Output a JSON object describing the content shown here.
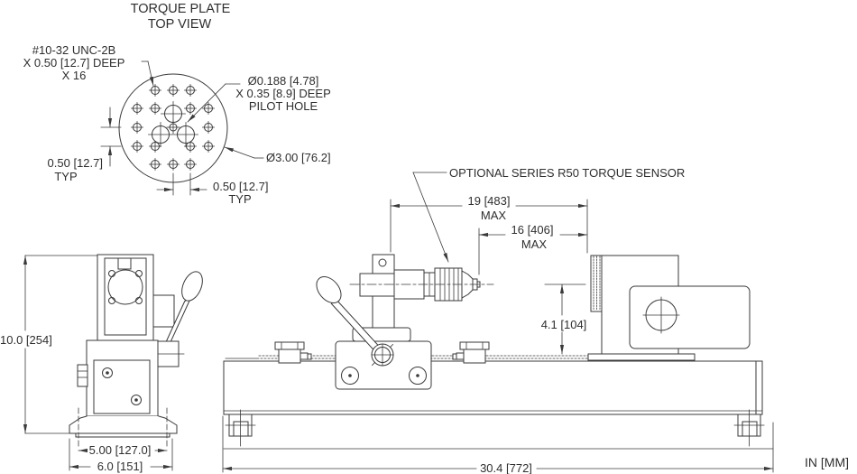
{
  "drawing": {
    "units_note": "IN [MM]",
    "top_view": {
      "title_line1": "TORQUE PLATE",
      "title_line2": "TOP VIEW",
      "thread_callout_line1": "#10-32 UNC-2B",
      "thread_callout_line2": "X 0.50 [12.7] DEEP",
      "thread_callout_line3": "X 16",
      "pilot_callout_line1": "Ø0.188 [4.78]",
      "pilot_callout_line2": "X 0.35 [8.9] DEEP",
      "pilot_callout_line3": "PILOT HOLE",
      "plate_diameter": "Ø3.00 [76.2]",
      "row_spacing_dim": "0.50 [12.7]",
      "row_spacing_typ": "TYP",
      "col_spacing_dim": "0.50 [12.7]",
      "col_spacing_typ": "TYP"
    },
    "front_view": {
      "height_dim": "10.0 [254]",
      "bolt_spacing_dim": "5.00 [127.0]",
      "base_width_dim": "6.0 [151]"
    },
    "side_view": {
      "sensor_callout": "OPTIONAL SERIES R50 TORQUE SENSOR",
      "reach_dim": "19 [483]",
      "reach_max": "MAX",
      "travel_dim": "16 [406]",
      "travel_max": "MAX",
      "center_height_dim": "4.1 [104]",
      "base_length_dim": "30.4 [772]"
    }
  }
}
